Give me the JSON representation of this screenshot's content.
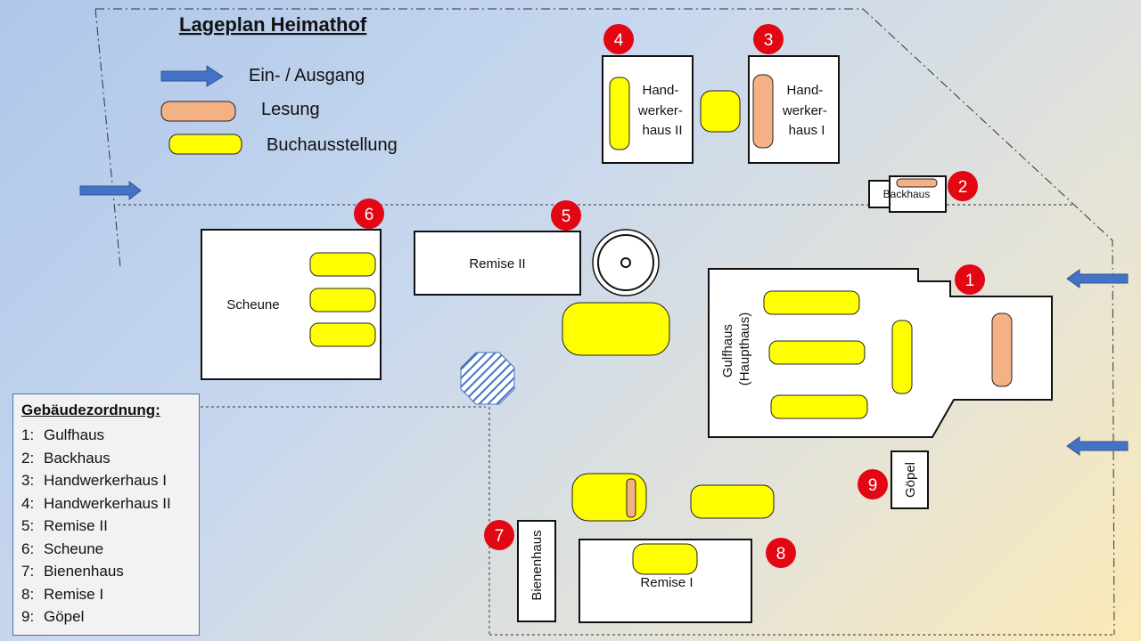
{
  "title": "Lageplan Heimathof",
  "legend": {
    "entrance": "Ein- / Ausgang",
    "reading": "Lesung",
    "exhibition": "Buchausstellung"
  },
  "colors": {
    "arrow": "#4472c4",
    "reading": "#f4b183",
    "exhibition": "#ffff00",
    "marker": "#e30613",
    "hatch": "#4472c4"
  },
  "buildings": {
    "handwerkerhaus_2": [
      "Hand-",
      "werker-",
      "haus II"
    ],
    "handwerkerhaus_1": [
      "Hand-",
      "werker-",
      "haus I"
    ],
    "backhaus": "Backhaus",
    "remise_2": "Remise II",
    "scheune": "Scheune",
    "gulfhaus": [
      "Gulfhaus",
      "(Haupthaus)"
    ],
    "goepel": "Göpel",
    "bienenhaus": "Bienenhaus",
    "remise_1": "Remise I"
  },
  "markers": [
    "1",
    "2",
    "3",
    "4",
    "5",
    "6",
    "7",
    "8",
    "9"
  ],
  "assignment": {
    "heading": "Gebäudezordnung:",
    "items": [
      {
        "num": "1:",
        "name": "Gulfhaus"
      },
      {
        "num": "2:",
        "name": "Backhaus"
      },
      {
        "num": "3:",
        "name": "Handwerkerhaus I"
      },
      {
        "num": "4:",
        "name": "Handwerkerhaus II"
      },
      {
        "num": "5:",
        "name": "Remise II"
      },
      {
        "num": "6:",
        "name": "Scheune"
      },
      {
        "num": "7:",
        "name": "Bienenhaus"
      },
      {
        "num": "8:",
        "name": "Remise I"
      },
      {
        "num": "9:",
        "name": "Göpel"
      }
    ]
  }
}
